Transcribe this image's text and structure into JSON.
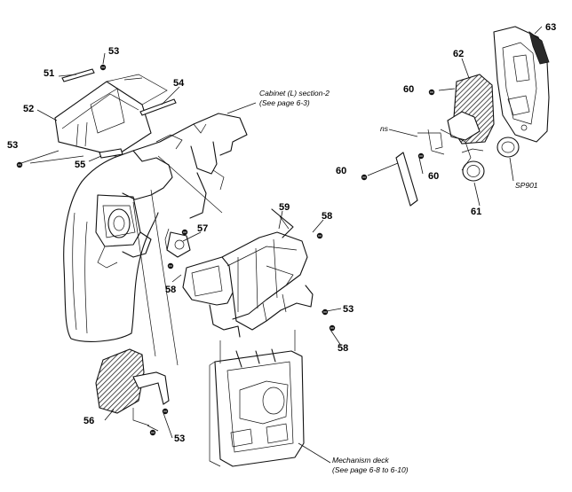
{
  "callouts": {
    "c51": "51",
    "c52": "52",
    "c53a": "53",
    "c53b": "53",
    "c53c": "53",
    "c53d": "53",
    "c54": "54",
    "c55": "55",
    "c56": "56",
    "c57": "57",
    "c58a": "58",
    "c58b": "58",
    "c58c": "58",
    "c59": "59",
    "c60a": "60",
    "c60b": "60",
    "c60c": "60",
    "c61": "61",
    "c62": "62",
    "c63": "63",
    "sp901": "SP901",
    "ns": "ns"
  },
  "notes": {
    "cabinet_line1": "Cabinet (L) section-2",
    "cabinet_line2": "(See page 6-3)",
    "mech_line1": "Mechanism deck",
    "mech_line2": "(See page 6-8 to 6-10)"
  },
  "icons": [
    "screw-icon"
  ]
}
